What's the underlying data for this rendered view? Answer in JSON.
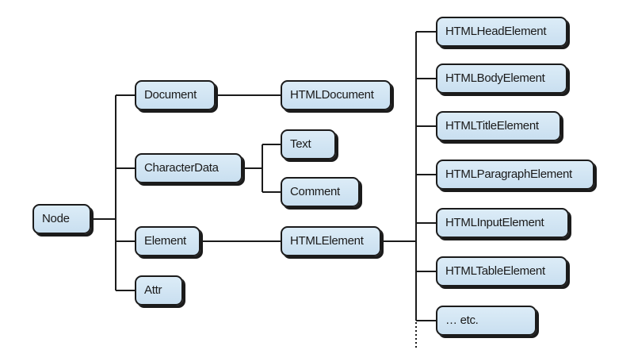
{
  "nodes": {
    "node": "Node",
    "document": "Document",
    "character_data": "CharacterData",
    "element": "Element",
    "attr": "Attr",
    "html_document": "HTMLDocument",
    "text": "Text",
    "comment": "Comment",
    "html_element": "HTMLElement",
    "html_head_element": "HTMLHeadElement",
    "html_body_element": "HTMLBodyElement",
    "html_title_element": "HTMLTitleElement",
    "html_paragraph_element": "HTMLParagraphElement",
    "html_input_element": "HTMLInputElement",
    "html_table_element": "HTMLTableElement",
    "etc": "… etc."
  },
  "colors": {
    "node_fill": "#cfe3f2",
    "node_border": "#1b1b1b",
    "connector": "#1b1b1b"
  }
}
